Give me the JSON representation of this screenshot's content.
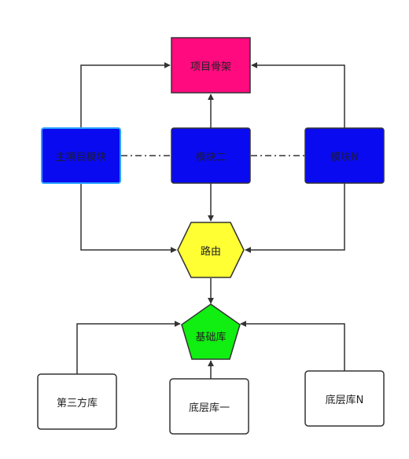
{
  "diagram": {
    "nodes": {
      "framework": {
        "label": "项目骨架",
        "color": "#ff0a7f"
      },
      "main_module": {
        "label": "主项目模块",
        "color": "#0a0af0"
      },
      "module_two": {
        "label": "模块二",
        "color": "#0a0af0"
      },
      "module_n": {
        "label": "模块N",
        "color": "#0a0af0"
      },
      "router": {
        "label": "路由",
        "color": "#ffff33"
      },
      "base_lib": {
        "label": "基础库",
        "color": "#11ee11"
      },
      "third_party": {
        "label": "第三方库",
        "color": "#ffffff"
      },
      "bottom_lib_one": {
        "label": "底层库一",
        "color": "#ffffff"
      },
      "bottom_lib_n": {
        "label": "底层库N",
        "color": "#ffffff"
      }
    },
    "edges": [
      {
        "from": "main_module",
        "to": "framework",
        "style": "solid"
      },
      {
        "from": "module_two",
        "to": "framework",
        "style": "solid"
      },
      {
        "from": "module_n",
        "to": "framework",
        "style": "solid"
      },
      {
        "from": "main_module",
        "to": "module_two",
        "style": "dash-dot"
      },
      {
        "from": "module_two",
        "to": "module_n",
        "style": "dash-dot"
      },
      {
        "from": "main_module",
        "to": "router",
        "style": "solid"
      },
      {
        "from": "module_two",
        "to": "router",
        "style": "solid"
      },
      {
        "from": "module_n",
        "to": "router",
        "style": "solid"
      },
      {
        "from": "router",
        "to": "base_lib",
        "style": "solid"
      },
      {
        "from": "third_party",
        "to": "base_lib",
        "style": "solid"
      },
      {
        "from": "bottom_lib_one",
        "to": "base_lib",
        "style": "solid"
      },
      {
        "from": "bottom_lib_n",
        "to": "base_lib",
        "style": "solid"
      }
    ]
  }
}
